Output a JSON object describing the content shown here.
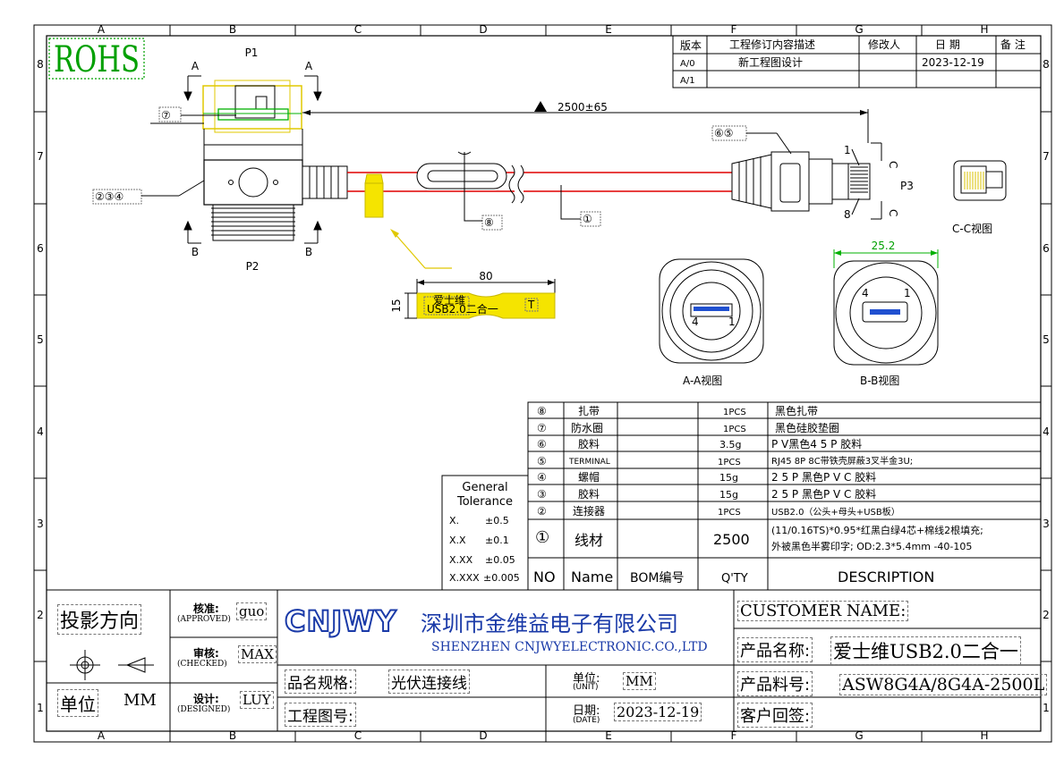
{
  "rohs": "ROHS",
  "border": {
    "top_letters": [
      "A",
      "B",
      "C",
      "D",
      "E",
      "F",
      "G",
      "H"
    ],
    "side_numbers": [
      "8",
      "7",
      "6",
      "5",
      "4",
      "3",
      "2",
      "1"
    ]
  },
  "revision": {
    "headers": [
      "版本",
      "工程修订内容描述",
      "修改人",
      "日 期",
      "备 注"
    ],
    "rows": [
      [
        "A/0",
        "新工程图设计",
        "",
        "2023-12-19",
        ""
      ],
      [
        "A/1",
        "",
        "",
        "",
        ""
      ]
    ]
  },
  "drawing": {
    "p1": "P1",
    "p2": "P2",
    "p3": "P3",
    "a_mark": "A",
    "b_mark": "B",
    "c_mark": "C",
    "length_dim": "2500±65",
    "callout_7": "⑦",
    "callout_234": "②③④",
    "callout_65": "⑥⑤",
    "callout_8": "⑧",
    "callout_1": "①",
    "pin1": "1",
    "pin8": "8",
    "label_width": "80",
    "label_height": "15",
    "label_text1": "爱士维",
    "label_text2": "USB2.0二合一",
    "label_t": "T",
    "view_cc": "C-C视图",
    "view_aa": "A-A视图",
    "view_bb": "B-B视图",
    "dim_25": "25.2",
    "pin4": "4",
    "pin1b": "1"
  },
  "bom": {
    "rows": [
      {
        "no": "⑧",
        "name": "扎带",
        "qty": "1PCS",
        "desc": "黑色扎带"
      },
      {
        "no": "⑦",
        "name": "防水圈",
        "qty": "1PCS",
        "desc": "黑色硅胶垫圈"
      },
      {
        "no": "⑥",
        "name": "胶料",
        "qty": "3.5g",
        "desc": "P V黑色4 5 P 胶料"
      },
      {
        "no": "⑤",
        "name": "TERMINAL",
        "qty": "1PCS",
        "desc": "RJ45 8P 8C带铁壳屏蔽3叉半金3U;"
      },
      {
        "no": "④",
        "name": "螺帽",
        "qty": "15g",
        "desc": "2 5 P 黑色P V C 胶料"
      },
      {
        "no": "③",
        "name": "胶料",
        "qty": "15g",
        "desc": "2 5 P 黑色P V C 胶料"
      },
      {
        "no": "②",
        "name": "连接器",
        "qty": "1PCS",
        "desc": "USB2.0（公头+母头+USB板）"
      }
    ],
    "cable": {
      "no": "①",
      "name": "线材",
      "qty": "2500",
      "desc1": "(11/0.16TS)*0.95*红黑白绿4芯+棉线2根填充;",
      "desc2": "外被黑色半雾印字; OD:2.3*5.4mm -40-105"
    },
    "header": {
      "no": "NO",
      "name": "Name",
      "bom": "BOM编号",
      "qty": "Q'TY",
      "desc": "DESCRIPTION"
    }
  },
  "tolerance": {
    "title1": "General",
    "title2": "Tolerance",
    "rows": [
      [
        "X.",
        "±0.5"
      ],
      [
        "X.X",
        "±0.1"
      ],
      [
        "X.XX",
        "±0.05"
      ],
      [
        "X.XXX",
        "±0.005"
      ]
    ]
  },
  "title_block": {
    "projection": "投影方向",
    "unit_label": "单位",
    "unit_value": "MM",
    "approved_cn": "核准:",
    "approved_en": "(APPROVED)",
    "approved_by": "guo",
    "checked_cn": "审核:",
    "checked_en": "(CHECKED)",
    "checked_by": "MAX",
    "designed_cn": "设计:",
    "designed_en": "(DESIGNED)",
    "designed_by": "LUY",
    "logo": "CNJWY",
    "company_cn": "深圳市金维益电子有限公司",
    "company_en": "SHENZHEN CNJWYELECTRONIC.CO.,LTD",
    "spec_label": "品名规格:",
    "spec_value": "光伏连接线",
    "unit2_cn": "单位:",
    "unit2_en": "(UNIT)",
    "unit2_value": "MM",
    "drawing_no_label": "工程图号:",
    "date_cn": "日期:",
    "date_en": "(DATE)",
    "date_value": "2023-12-19",
    "customer_label": "CUSTOMER NAME:",
    "product_name_label": "产品名称:",
    "product_name_value": "爱士维USB2.0二合一",
    "part_no_label": "产品料号:",
    "part_no_value": "ASW8G4A/8G4A-2500L",
    "customer_sign_label": "客户回签:"
  },
  "colors": {
    "cable": "#e00000",
    "label": "#f5e400",
    "housing": "#f0e060",
    "green": "#00b000"
  }
}
